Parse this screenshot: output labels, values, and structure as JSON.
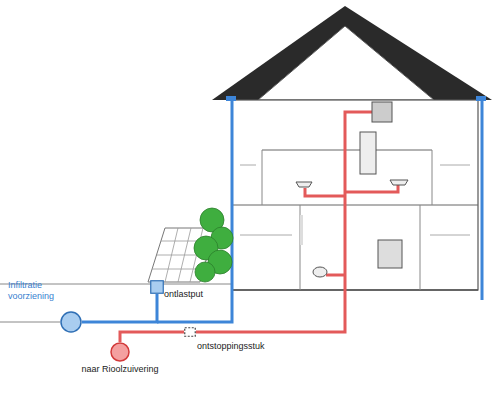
{
  "diagram": {
    "nodes": [
      {
        "text": [
          "Infiltratie voorziening"
        ]
      },
      {
        "text": [
          "ontlastput"
        ]
      },
      {
        "text": [
          "ontstoppingsstuk"
        ]
      },
      {
        "text": [
          "naar Rioolzuivering"
        ]
      }
    ],
    "edges": [
      {
        "from": 1,
        "to": 0,
        "arrow": "none"
      },
      {
        "from": 2,
        "to": 3,
        "arrow": "none"
      }
    ]
  }
}
